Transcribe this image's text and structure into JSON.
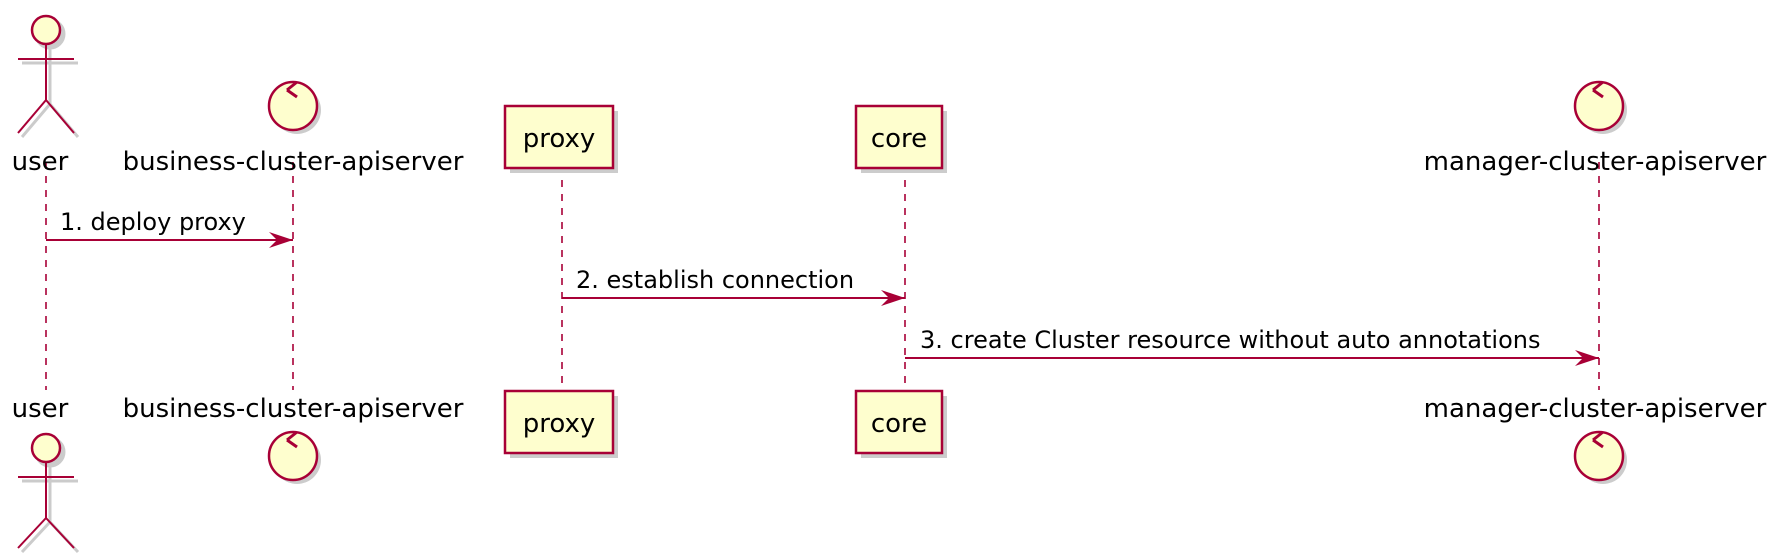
{
  "colors": {
    "line": "#A80036",
    "fill": "#FEFECE",
    "background": "#FFFFFF"
  },
  "participants": [
    {
      "id": "user",
      "label": "user",
      "kind": "actor"
    },
    {
      "id": "business",
      "label": "business-cluster-apiserver",
      "kind": "control"
    },
    {
      "id": "proxy",
      "label": "proxy",
      "kind": "participant"
    },
    {
      "id": "core",
      "label": "core",
      "kind": "participant"
    },
    {
      "id": "manager",
      "label": "manager-cluster-apiserver",
      "kind": "control"
    }
  ],
  "messages": [
    {
      "from": "user",
      "to": "business",
      "label": "1. deploy proxy"
    },
    {
      "from": "proxy",
      "to": "core",
      "label": "2. establish connection"
    },
    {
      "from": "core",
      "to": "manager",
      "label": "3. create Cluster resource without auto annotations"
    }
  ]
}
